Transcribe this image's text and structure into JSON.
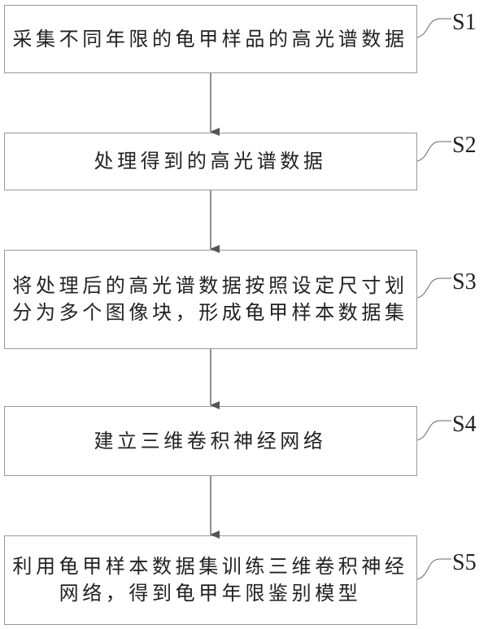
{
  "steps": [
    {
      "id": "S1",
      "text": "采集不同年限的龟甲样品的高光谱数据"
    },
    {
      "id": "S2",
      "text": "处理得到的高光谱数据"
    },
    {
      "id": "S3",
      "text": "将处理后的高光谱数据按照设定尺寸划分为多个图像块，形成龟甲样本数据集"
    },
    {
      "id": "S4",
      "text": "建立三维卷积神经网络"
    },
    {
      "id": "S5",
      "text": "利用龟甲样本数据集训练三维卷积神经网络，得到龟甲年限鉴别模型"
    }
  ],
  "colors": {
    "line": "#555555",
    "border": "#999999",
    "text": "#222222"
  }
}
